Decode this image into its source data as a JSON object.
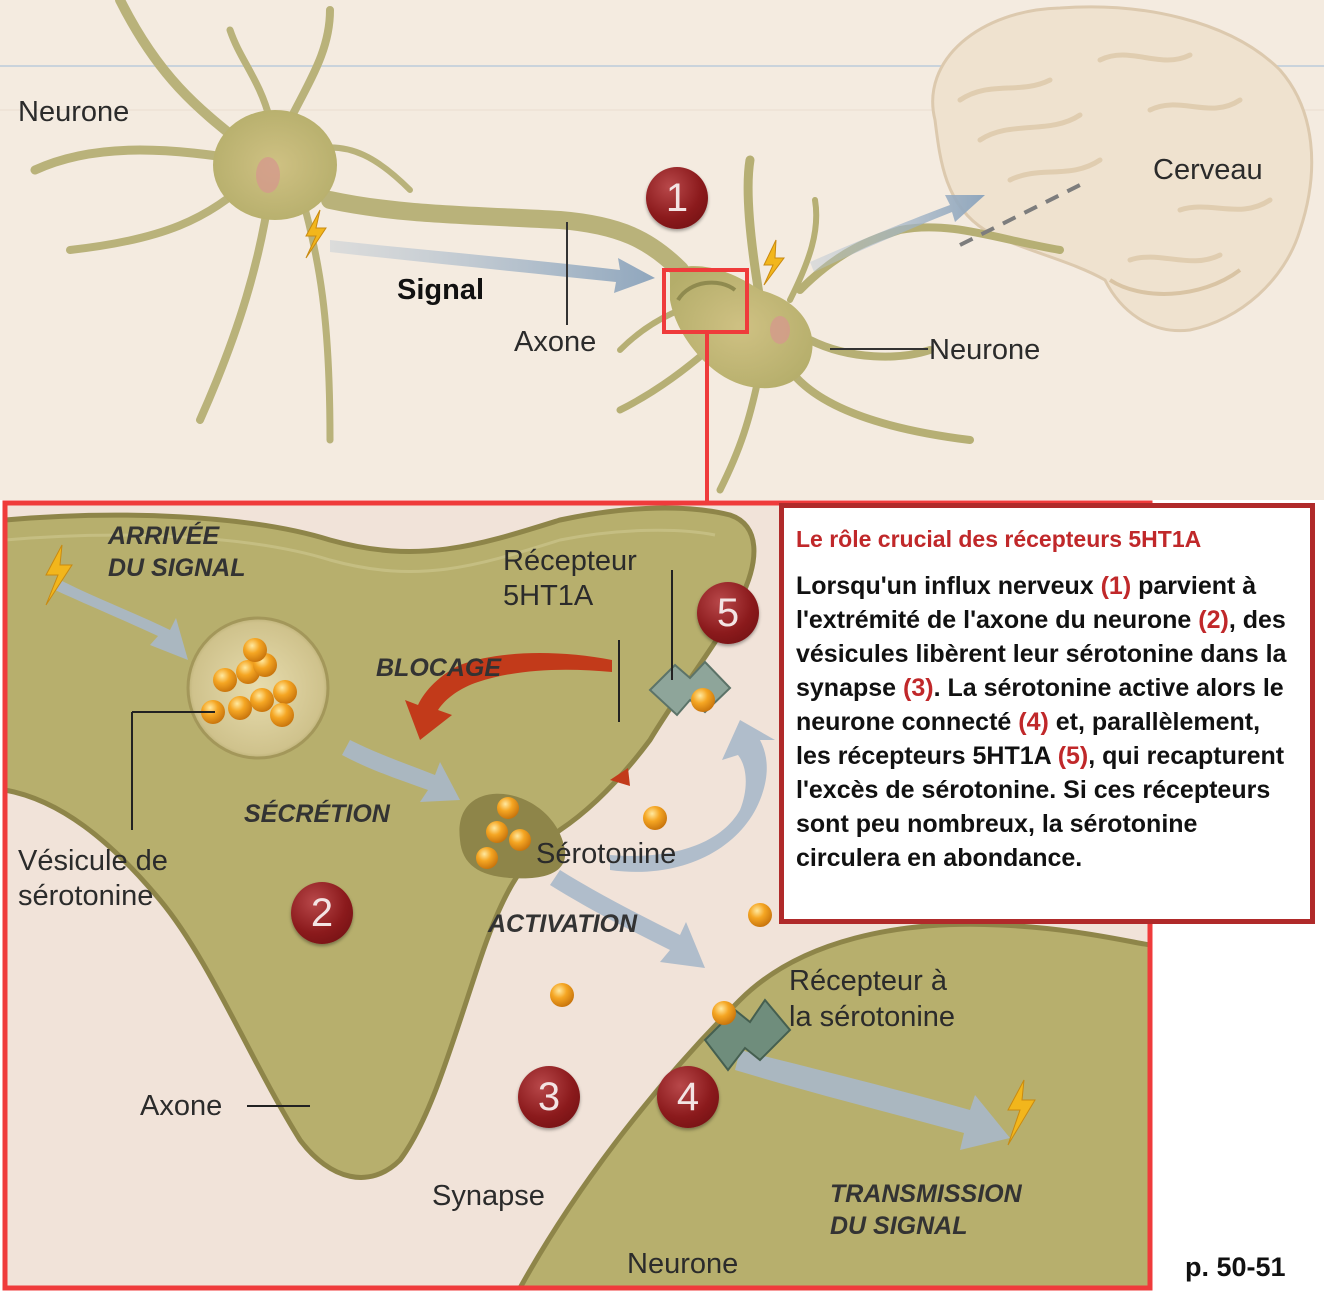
{
  "top": {
    "neuron_left": "Neurone",
    "signal": "Signal",
    "axon": "Axone",
    "brain": "Cerveau",
    "neuron_right": "Neurone",
    "badge_1": "1"
  },
  "zoom": {
    "arrival_line1": "ARRIVÉE",
    "arrival_line2": "DU SIGNAL",
    "receptor_5ht1a_line1": "Récepteur",
    "receptor_5ht1a_line2": "5HT1A",
    "blocking": "BLOCAGE",
    "secretion": "SÉCRÉTION",
    "vesicle_line1": "Vésicule de",
    "vesicle_line2": "sérotonine",
    "serotonin": "Sérotonine",
    "activation": "ACTIVATION",
    "receptor_sero_line1": "Récepteur à",
    "receptor_sero_line2": "la sérotonine",
    "axon": "Axone",
    "synapse": "Synapse",
    "neuron": "Neurone",
    "transmission_line1": "TRANSMISSION",
    "transmission_line2": "DU SIGNAL",
    "badge_2": "2",
    "badge_3": "3",
    "badge_4": "4",
    "badge_5": "5"
  },
  "explanation": {
    "title": "Le rôle crucial des récepteurs 5HT1A",
    "t1": "Lorsqu'un influx nerveux ",
    "n1": "(1)",
    "t2": " parvient à l'extrémité de l'axone du neurone ",
    "n2": "(2)",
    "t3": ", des vésicules libèrent leur sérotonine dans la synapse ",
    "n3": "(3)",
    "t4": ". La sérotonine active alors le neurone connecté ",
    "n4": "(4)",
    "t5": " et, parallèlement, les récepteurs 5HT1A ",
    "n5": "(5)",
    "t6": ", qui recapturent l'excès de sérotonine. Si ces récepteurs sont peu nombreux, la sérotonine circulera en abondance."
  },
  "page_ref": "p. 50-51",
  "colors": {
    "accent_red": "#c0282a",
    "frame_red": "#ef3b3b",
    "neuron_green": "#b3ad5e",
    "serotonin_orange": "#f0a020"
  }
}
